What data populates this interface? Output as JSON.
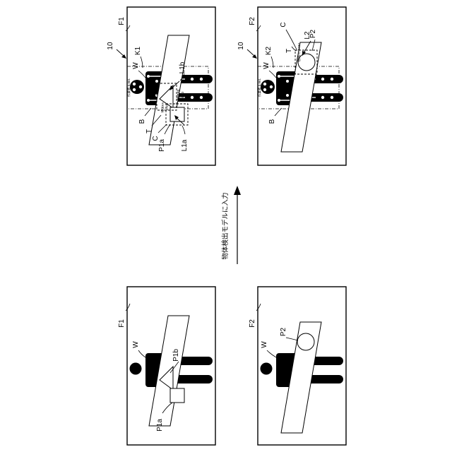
{
  "labels": {
    "frame1": "F1",
    "frame2": "F2",
    "worker": "W",
    "box_label": "B",
    "text_label": "T",
    "category_label": "C",
    "system": "10",
    "key1": "K1",
    "key2": "K2",
    "p1a": "P1a",
    "p1b": "P1b",
    "p2": "P2",
    "l1a": "L1a",
    "l1b": "L1b",
    "l2": "L2"
  },
  "arrow_caption": "物体検出モデルに入力",
  "tiny_text": {
    "person_conf": "作業者 0.961",
    "obj_a_label": "物体FA",
    "obj_a_conf": "0.97",
    "obj_b_label": "物体FB",
    "obj_b_conf": "0.93",
    "obj_2_label": "物体FC 0.951"
  }
}
